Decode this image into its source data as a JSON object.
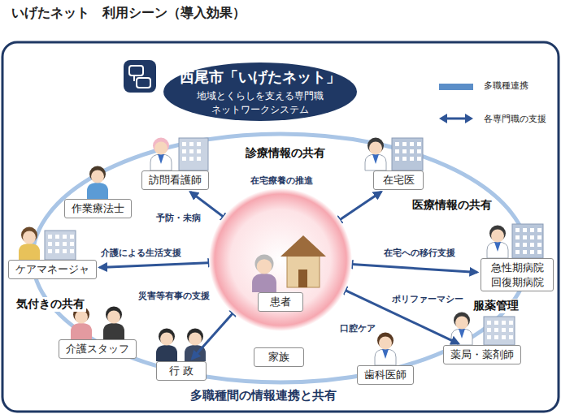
{
  "diagram": {
    "title": "いげたネット　利用シーン（導入効果）",
    "nodes": [
      {
        "text": [
          "西尾市「いげたネット」",
          "地域とくらしを支える専門職 ネットワークシステム"
        ]
      },
      {
        "text": [
          "訪問看護師"
        ]
      },
      {
        "text": [
          "在宅医"
        ]
      },
      {
        "text": [
          "作業療法士"
        ]
      },
      {
        "text": [
          "ケアマネージャ"
        ]
      },
      {
        "text": [
          "患者"
        ]
      },
      {
        "text": [
          "急性期病院 回復期病院"
        ]
      },
      {
        "text": [
          "介護スタッフ"
        ]
      },
      {
        "text": [
          "薬局・薬剤師"
        ]
      },
      {
        "text": [
          "家族"
        ]
      },
      {
        "text": [
          "行 政"
        ]
      },
      {
        "text": [
          "歯科医師"
        ]
      }
    ],
    "edges": [
      {
        "from": 5,
        "to": 1,
        "arrow": "both"
      },
      {
        "from": 5,
        "to": 2,
        "arrow": "both"
      },
      {
        "from": 5,
        "to": 4,
        "label": "介護による生活支援",
        "arrow": "both"
      },
      {
        "from": 5,
        "to": 6,
        "label": "在宅への移行支援",
        "arrow": "both"
      },
      {
        "from": 5,
        "to": 8,
        "label": "ポリファーマシー",
        "arrow": "both"
      },
      {
        "from": 5,
        "to": 10,
        "label": "災害等有事の支援",
        "arrow": "both"
      }
    ],
    "labels": [
      "診療情報の共有",
      "在宅療養の推進",
      "予防・未病",
      "医療情報の共有",
      "気付きの共有",
      "服薬管理",
      "口腔ケア",
      "多職種間の情報連携と共有"
    ],
    "legend": [
      {
        "text": "多職種連携",
        "color": "#5b8ec8"
      },
      {
        "text": "各専門職の支援"
      }
    ]
  }
}
